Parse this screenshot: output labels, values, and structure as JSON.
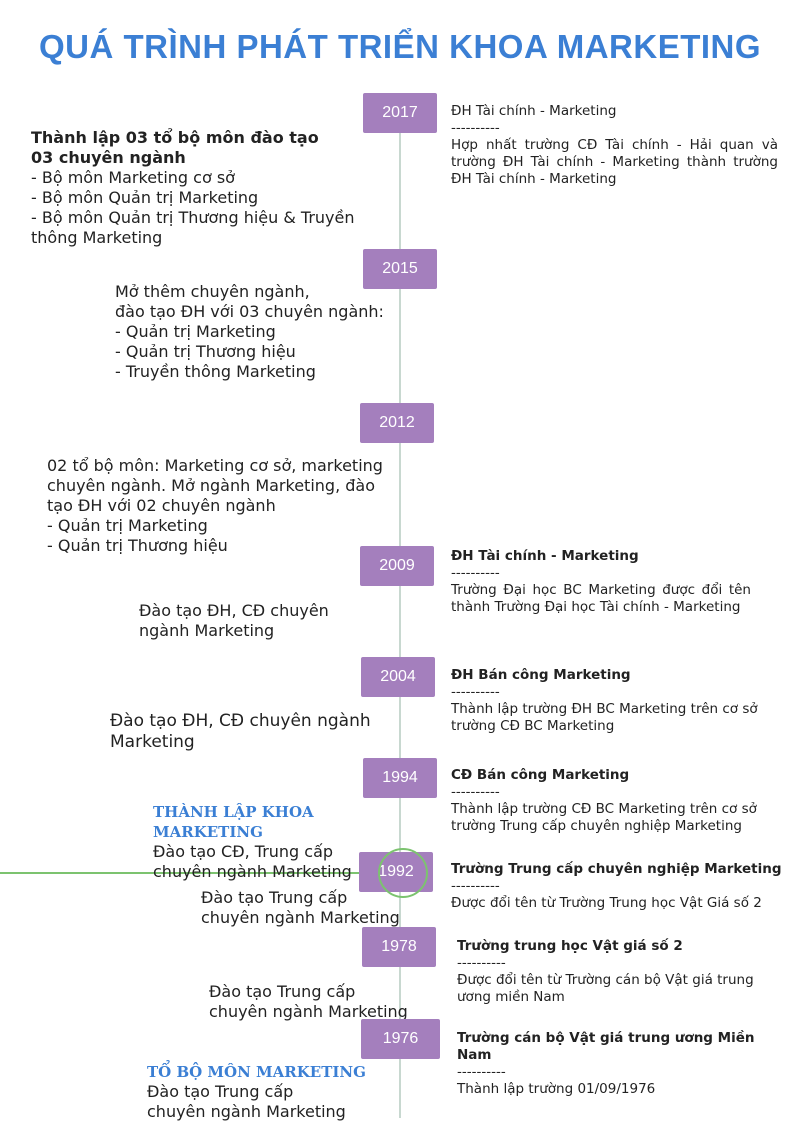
{
  "title": "QUÁ TRÌNH PHÁT TRIỂN KHOA MARKETING",
  "events": [
    {
      "year": "2017",
      "left": [
        "Thành lập 03 tổ bộ môn đào tạo",
        "03 chuyên ngành",
        "- Bộ môn Marketing cơ sở",
        "- Bộ môn Quản trị Marketing",
        "- Bộ môn Quản trị Thương hiệu & Truyền thông Marketing"
      ],
      "right_title": "ĐH Tài chính - Marketing",
      "sep": "----------",
      "right_text": "Hợp nhất trường CĐ Tài chính - Hải quan và trường ĐH Tài chính - Marketing thành trường ĐH Tài chính - Marketing"
    },
    {
      "year": "2015",
      "left": [
        "Mở thêm chuyên ngành,",
        "đào tạo ĐH với 03 chuyên ngành:",
        "- Quản trị Marketing",
        "- Quản trị Thương hiệu",
        "- Truyền thông Marketing"
      ]
    },
    {
      "year": "2012",
      "left": [
        "02 tổ bộ môn: Marketing cơ sở, marketing chuyên ngành. Mở ngành Marketing, đào tạo ĐH với 02 chuyên ngành",
        "- Quản trị Marketing",
        "- Quản trị Thương hiệu"
      ]
    },
    {
      "year": "2009",
      "left": [
        "Đào tạo ĐH, CĐ chuyên ngành Marketing"
      ],
      "right_title": "ĐH Tài chính - Marketing",
      "sep": "----------",
      "right_text": "Trường Đại học BC Marketing được đổi tên thành Trường Đại học Tài chính - Marketing"
    },
    {
      "year": "2004",
      "left": [
        "Đào tạo ĐH, CĐ chuyên ngành Marketing"
      ],
      "right_title": "ĐH Bán công Marketing",
      "sep": "----------",
      "right_text": "Thành lập trường ĐH BC Marketing trên cơ sở trường CĐ BC Marketing"
    },
    {
      "year": "1994",
      "accent": "THÀNH LẬP KHOA MARKETING",
      "left": [
        "Đào tạo CĐ, Trung cấp",
        "chuyên ngành Marketing"
      ],
      "right_title": "CĐ Bán công Marketing",
      "sep": "----------",
      "right_text": "Thành lập trường CĐ BC Marketing trên cơ sở trường Trung cấp chuyên nghiệp Marketing"
    },
    {
      "year": "1992",
      "left": [
        "Đào tạo Trung cấp",
        "chuyên ngành Marketing"
      ],
      "right_title": "Trường Trung cấp chuyên nghiệp Marketing",
      "sep": "----------",
      "right_text": "Được đổi tên từ Trường Trung học Vật Giá số 2"
    },
    {
      "year": "1978",
      "left": [
        "Đào tạo Trung cấp",
        "chuyên ngành Marketing"
      ],
      "right_title": "Trường trung học Vật giá số 2",
      "sep": "----------",
      "right_text": "Được đổi tên từ Trường cán bộ Vật giá trung ương miền Nam"
    },
    {
      "year": "1976",
      "accent": "TỔ BỘ MÔN MARKETING",
      "left": [
        "Đào tạo Trung cấp",
        "chuyên ngành Marketing"
      ],
      "right_title": "Trường cán bộ Vật giá trung ương Miền Nam",
      "sep": "----------",
      "right_text": "Thành lập trường 01/09/1976"
    }
  ],
  "colors": {
    "title": "#3b7fd4",
    "year_box": "#a47fbd",
    "line": "#c8d8d0",
    "highlight": "#7cc36f"
  }
}
